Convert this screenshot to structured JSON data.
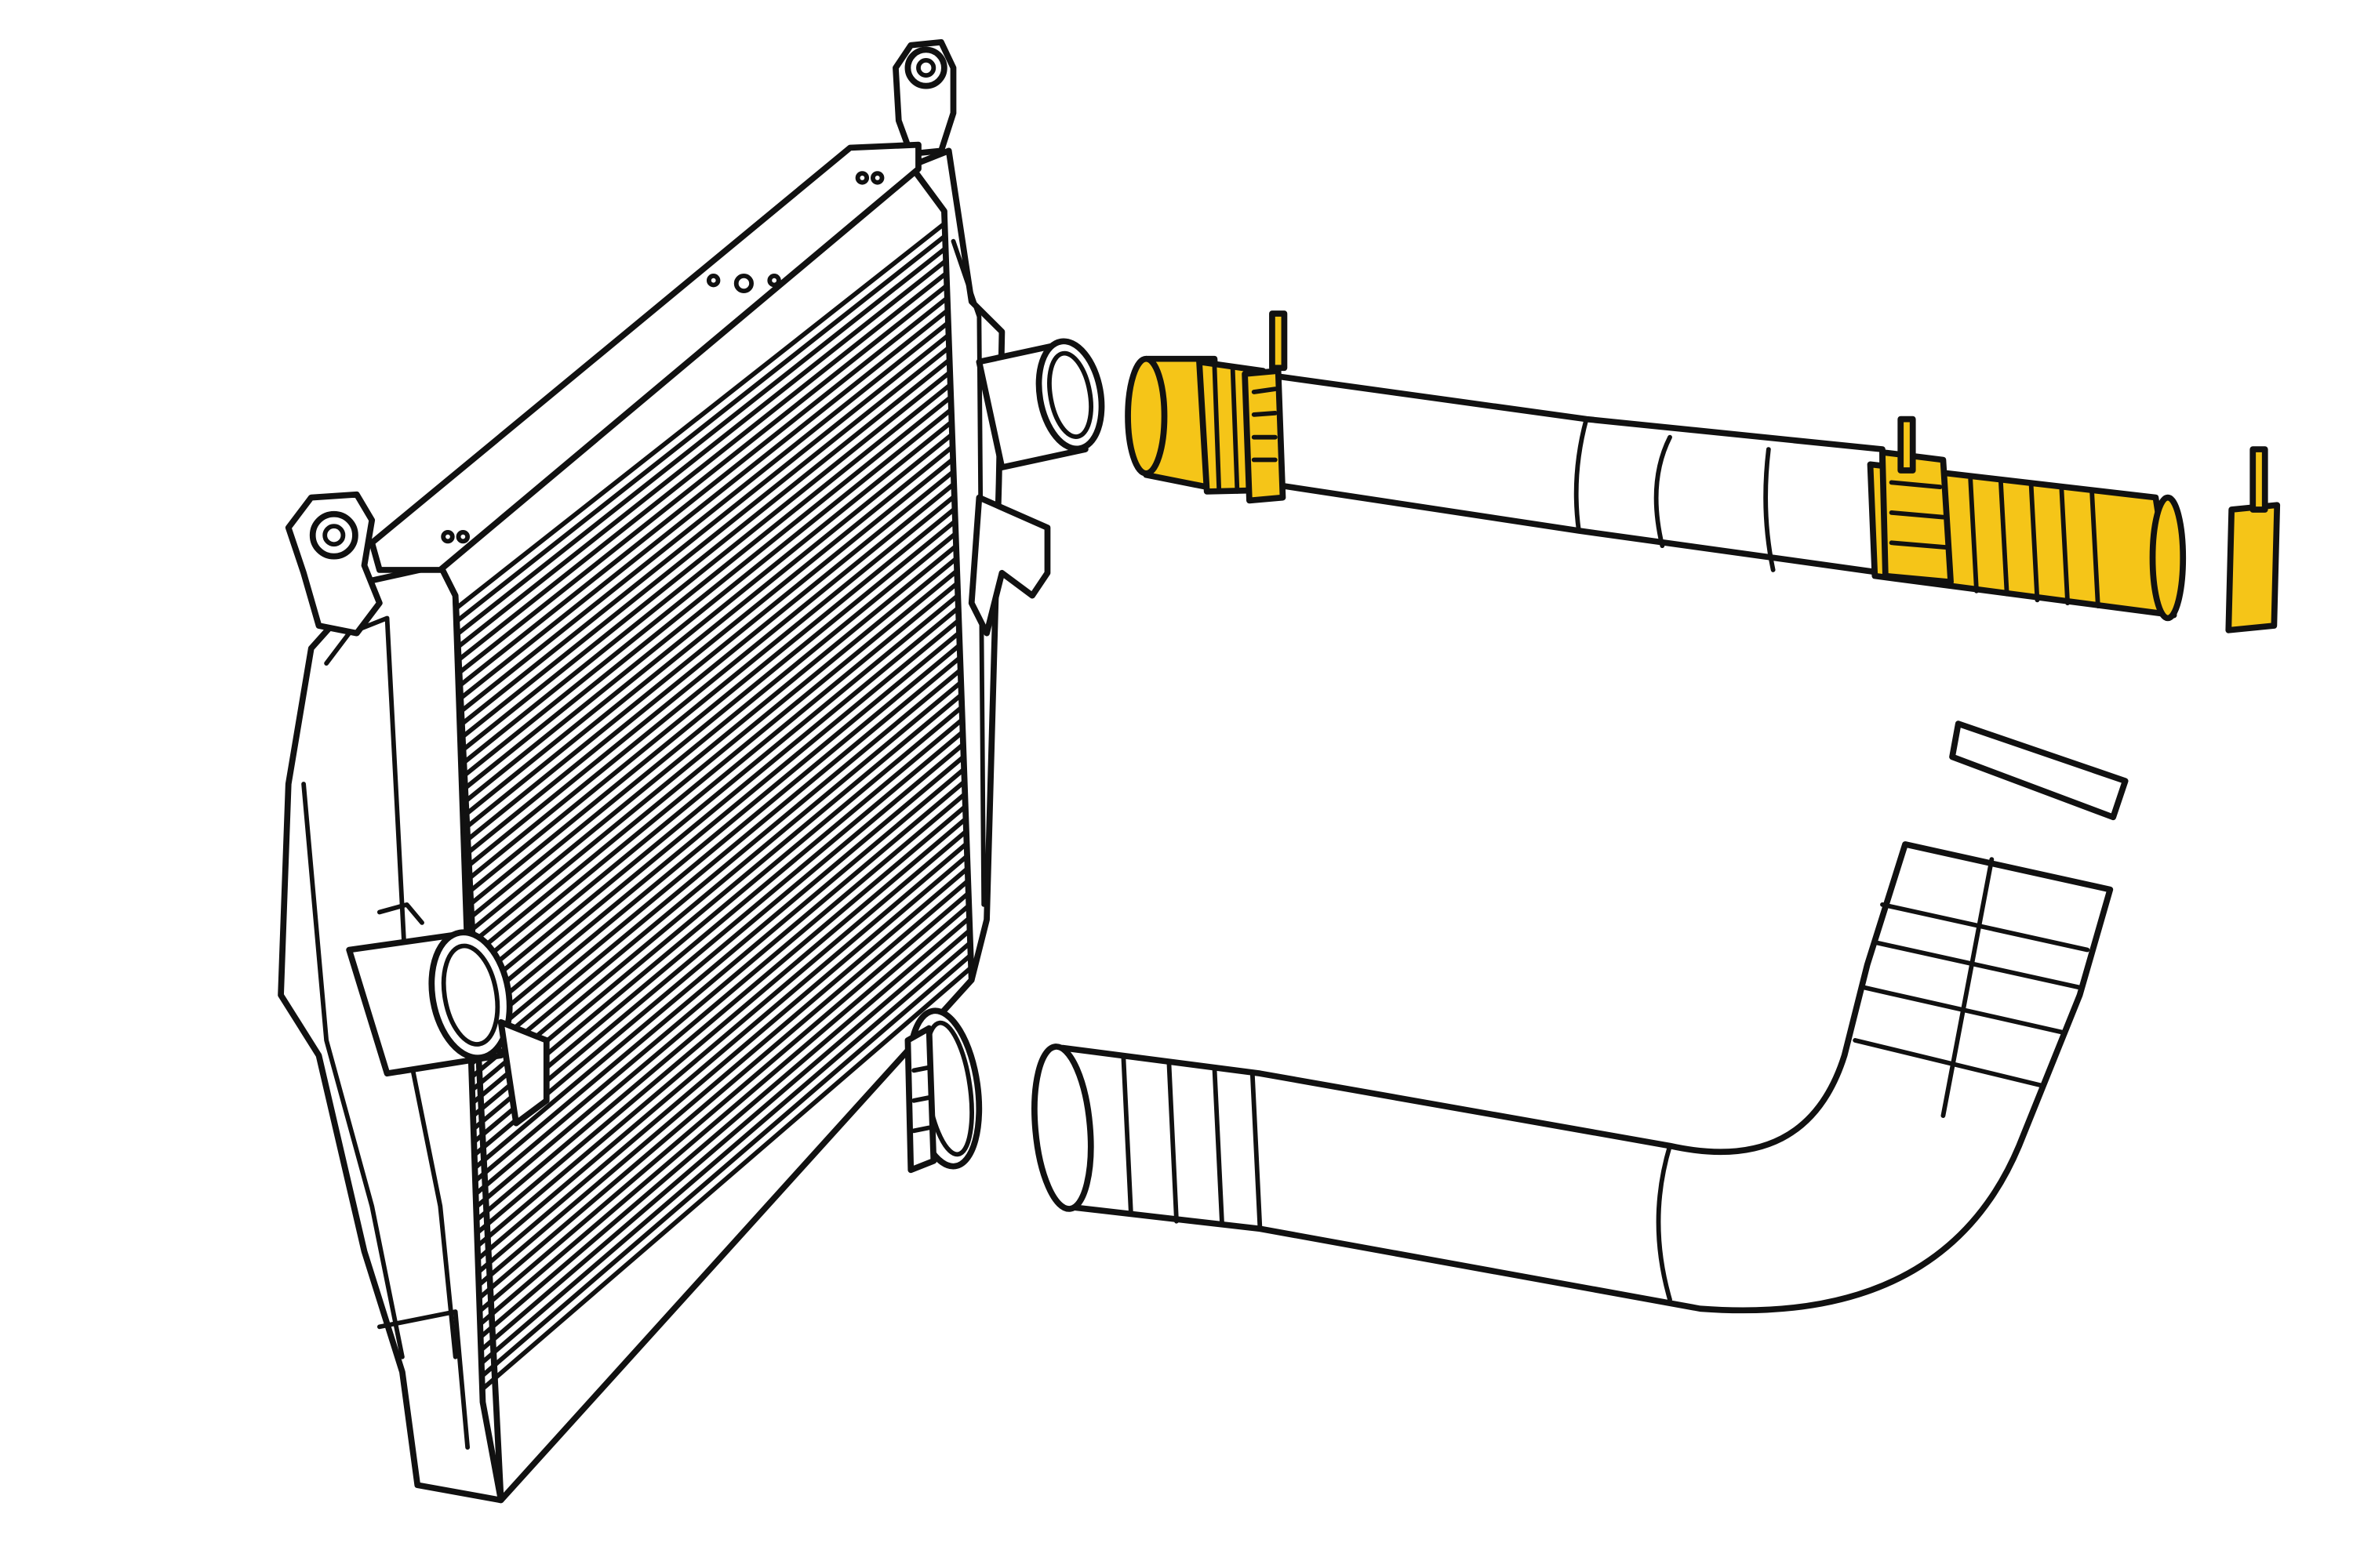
{
  "diagram": {
    "type": "exploded-parts-illustration",
    "background_color": "#ffffff",
    "outline_color": "#111111",
    "highlight_color": "#F5C518",
    "components": [
      {
        "name": "intercooler",
        "highlighted": false
      },
      {
        "name": "upper-charge-air-tube",
        "highlighted": false
      },
      {
        "name": "upper-tube-inlet-coupler",
        "highlighted": true
      },
      {
        "name": "upper-tube-inlet-clamp",
        "highlighted": true
      },
      {
        "name": "upper-tube-bellows-coupler",
        "highlighted": true
      },
      {
        "name": "upper-tube-bellows-clamp",
        "highlighted": true
      },
      {
        "name": "loose-spring-clamp",
        "highlighted": true
      },
      {
        "name": "lower-tube-clamp",
        "highlighted": false
      },
      {
        "name": "lower-charge-air-tube",
        "highlighted": false
      },
      {
        "name": "foam-pad",
        "highlighted": false
      }
    ]
  }
}
